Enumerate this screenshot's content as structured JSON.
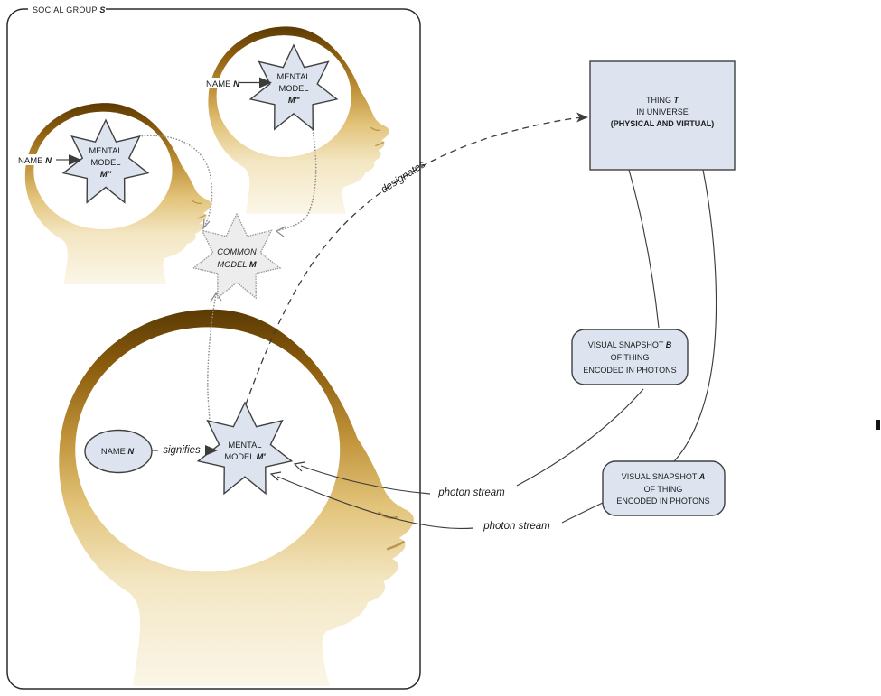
{
  "frame": {
    "label_prefix": "SOCIAL GROUP ",
    "label_symbol": "S"
  },
  "name_labels": {
    "top": {
      "prefix": "NAME ",
      "symbol": "N"
    },
    "left": {
      "prefix": "NAME ",
      "symbol": "N"
    },
    "main": {
      "prefix": "NAME ",
      "symbol": "N"
    }
  },
  "stars": {
    "m_triple": {
      "line1": "MENTAL",
      "line2": "MODEL",
      "symbol": "M‴"
    },
    "m_double": {
      "line1": "MENTAL",
      "line2": "MODEL",
      "symbol": "M″"
    },
    "m_prime": {
      "line1": "MENTAL",
      "line2_prefix": "MODEL ",
      "symbol": "M′"
    },
    "common": {
      "line1": "COMMON",
      "line2_prefix": "MODEL ",
      "symbol": "M"
    }
  },
  "boxes": {
    "thing": {
      "line1_prefix": "THING ",
      "line1_symbol": "T",
      "line2": "IN UNIVERSE",
      "line3": "(PHYSICAL AND VIRTUAL)"
    },
    "snapshot_b": {
      "line1_prefix": "VISUAL SNAPSHOT ",
      "line1_symbol": "B",
      "line2": "OF THING",
      "line3": "ENCODED IN PHOTONS"
    },
    "snapshot_a": {
      "line1_prefix": "VISUAL SNAPSHOT ",
      "line1_symbol": "A",
      "line2": "OF THING",
      "line3": "ENCODED IN PHOTONS"
    }
  },
  "edge_labels": {
    "designates": "designates",
    "signifies": "signifies",
    "photon_stream_upper": "photon stream",
    "photon_stream_lower": "photon stream"
  },
  "colors": {
    "node_fill": "#dde4f0",
    "node_stroke": "#404040",
    "common_fill": "#ededed",
    "common_stroke": "#9a9a9a",
    "line": "#3c3c3c",
    "dotted": "#8f8f8f",
    "head_dark": "#5a3a04",
    "head_mid": "#c0933a",
    "head_light": "#f3e6c2"
  }
}
